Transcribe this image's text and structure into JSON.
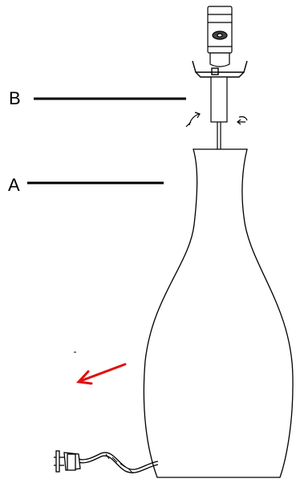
{
  "callouts": [
    {
      "id": "B",
      "label": "B"
    },
    {
      "id": "A",
      "label": "A"
    }
  ],
  "colors": {
    "line": "#000000",
    "arrow": "#e01010",
    "background": "#ffffff"
  },
  "icons": {
    "rotate_left": "rotate-left-arrow-icon",
    "rotate_right": "rotate-right-arrow-icon",
    "direction": "red-arrow-icon",
    "plug": "power-plug-icon"
  }
}
